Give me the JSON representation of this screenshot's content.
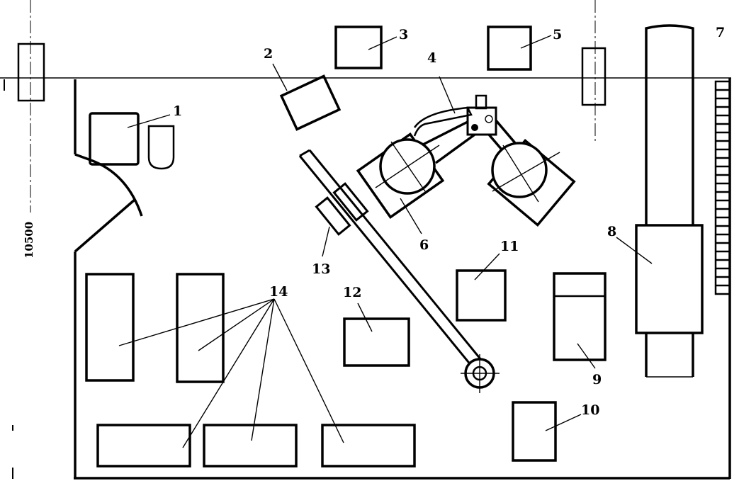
{
  "diagram": {
    "dimension": "10500",
    "labels": {
      "l1": "1",
      "l2": "2",
      "l3": "3",
      "l4": "4",
      "l5": "5",
      "l6": "6",
      "l7": "7",
      "l8": "8",
      "l9": "9",
      "l10": "10",
      "l11": "11",
      "l12": "12",
      "l13": "13",
      "l14": "14"
    },
    "colors": {
      "line": "#000000",
      "background": "#ffffff"
    }
  }
}
